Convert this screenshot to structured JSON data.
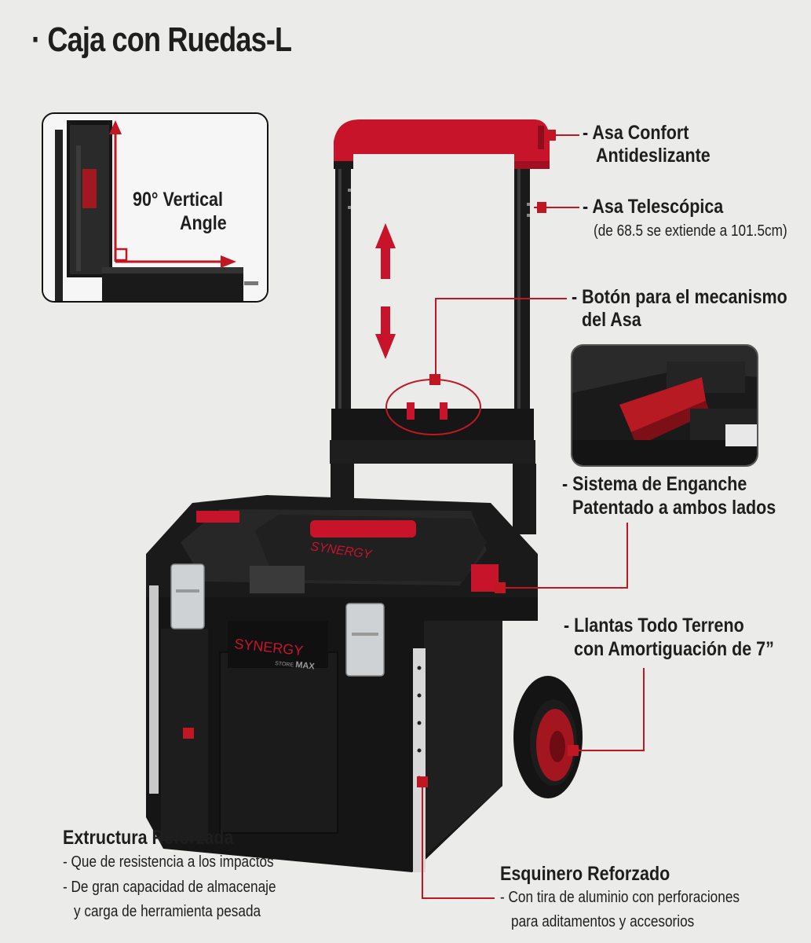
{
  "title": "· Caja con Ruedas-L",
  "inset_angle": {
    "line1": "90° Vertical",
    "line2": "Angle"
  },
  "callouts": {
    "handle_comfort": {
      "line1": "- Asa Confort",
      "line2": "Antideslizante"
    },
    "handle_telescopic": {
      "line1": "- Asa Telescópica",
      "detail": "(de 68.5 se extiende a 101.5cm)"
    },
    "button": {
      "line1": "- Botón para el mecanismo",
      "line2": "del Asa"
    },
    "latch": {
      "line1": "- Sistema de Enganche",
      "line2": "Patentado a ambos lados"
    },
    "wheels": {
      "line1": "- Llantas Todo Terreno",
      "line2": "con Amortiguación de 7”"
    },
    "structure": {
      "heading": "Extructura Reforzada",
      "line1": "- Que de resistencia a los impactos",
      "line2": "- De gran capacidad de almacenaje",
      "line3": "y carga de herramienta pesada"
    },
    "corner": {
      "heading": "Esquinero Reforzado",
      "line1": "- Con tira de aluminio con perforaciones",
      "line2": "para aditamentos y accesorios"
    }
  },
  "brand": {
    "name": "SYNERGY",
    "sub_prefix": "STORE",
    "sub": "MAX",
    "lid_name": "SYNERGY"
  },
  "colors": {
    "accent": "#b3141e",
    "background": "#ebebe9",
    "body": "#1c1c1c"
  }
}
